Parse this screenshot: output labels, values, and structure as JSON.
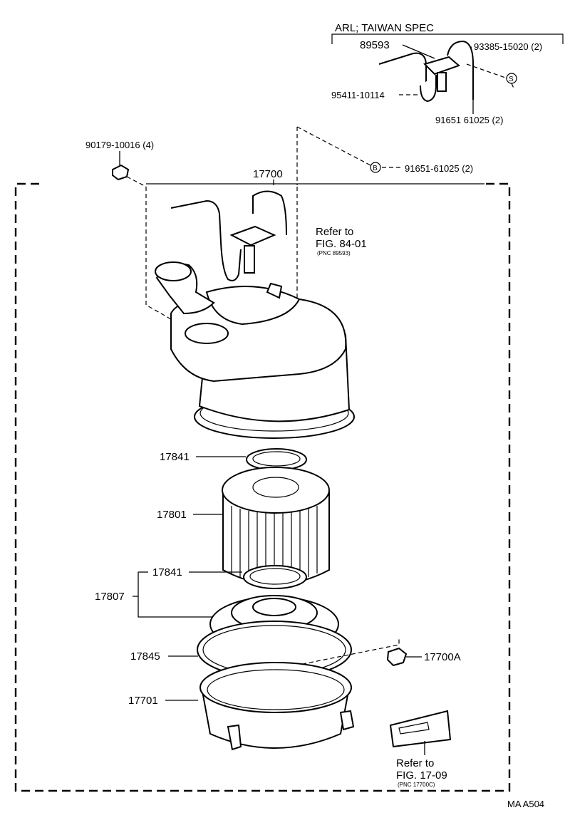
{
  "diagram": {
    "callouts": {
      "arl_taiwan_spec": "ARL; TAIWAN SPEC",
      "p89593": "89593",
      "p93385": "93385-15020 (2)",
      "p95411": "95411-10114",
      "p91651_top": "91651 61025 (2)",
      "p90179": "90179-10016 (4)",
      "p91651_mid": "91651-61025 (2)",
      "p17700": "17700",
      "refer_to_1": "Refer to",
      "fig_84_01": "FIG. 84-01",
      "pnc_89593": "(PNC 89593)",
      "p17841_upper": "17841",
      "p17801": "17801",
      "p17841_lower": "17841",
      "p17807": "17807",
      "p17845": "17845",
      "p17700a": "17700A",
      "p17701": "17701",
      "refer_to_2": "Refer to",
      "fig_17_09": "FIG. 17-09",
      "pnc_17700c": "(PNC 17700C)",
      "code": "MA A504"
    },
    "symbols": {
      "s_marker": "S",
      "b_marker": "B"
    }
  }
}
